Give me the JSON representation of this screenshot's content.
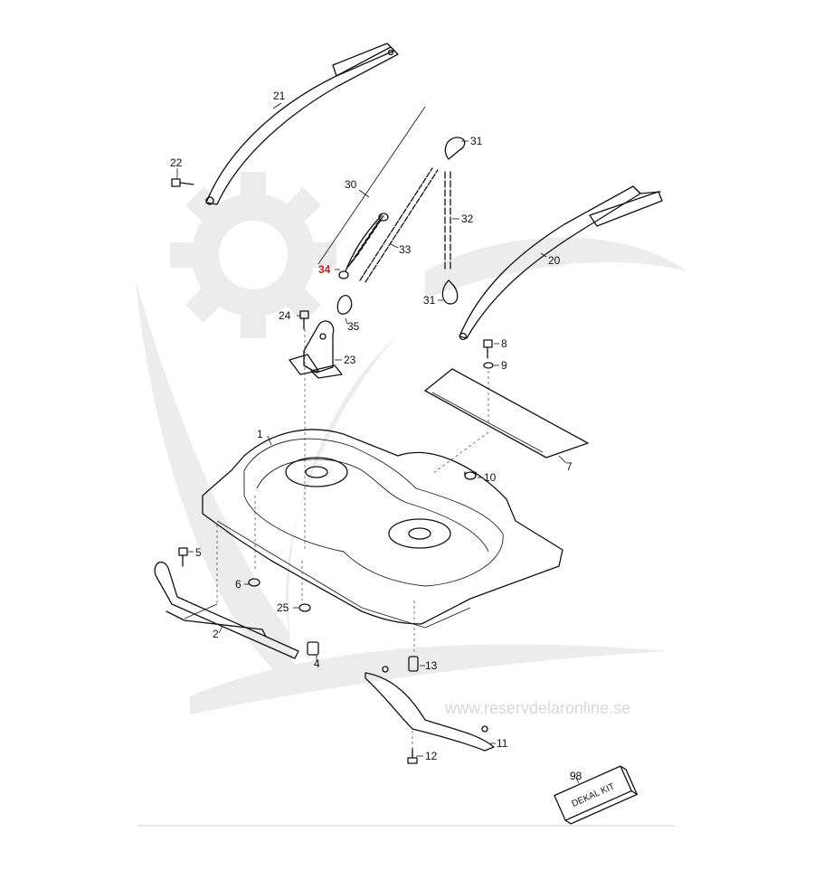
{
  "watermark_text": "www.reservdelaronline.se",
  "kit_label": "DEKAL KIT",
  "colors": {
    "highlight": "#d01818",
    "line": "#111111",
    "watermark": "#ececec"
  },
  "callouts": [
    {
      "id": "1",
      "label": "1"
    },
    {
      "id": "2",
      "label": "2"
    },
    {
      "id": "4",
      "label": "4"
    },
    {
      "id": "5",
      "label": "5"
    },
    {
      "id": "6",
      "label": "6"
    },
    {
      "id": "7",
      "label": "7"
    },
    {
      "id": "8",
      "label": "8"
    },
    {
      "id": "9",
      "label": "9"
    },
    {
      "id": "10",
      "label": "10"
    },
    {
      "id": "11",
      "label": "11"
    },
    {
      "id": "12",
      "label": "12"
    },
    {
      "id": "13",
      "label": "13"
    },
    {
      "id": "20",
      "label": "20"
    },
    {
      "id": "21",
      "label": "21"
    },
    {
      "id": "22",
      "label": "22"
    },
    {
      "id": "23",
      "label": "23"
    },
    {
      "id": "24",
      "label": "24"
    },
    {
      "id": "25",
      "label": "25"
    },
    {
      "id": "30",
      "label": "30"
    },
    {
      "id": "31a",
      "label": "31"
    },
    {
      "id": "31b",
      "label": "31"
    },
    {
      "id": "32",
      "label": "32"
    },
    {
      "id": "33",
      "label": "33"
    },
    {
      "id": "34",
      "label": "34",
      "highlighted": true
    },
    {
      "id": "35",
      "label": "35"
    },
    {
      "id": "98",
      "label": "98"
    }
  ]
}
